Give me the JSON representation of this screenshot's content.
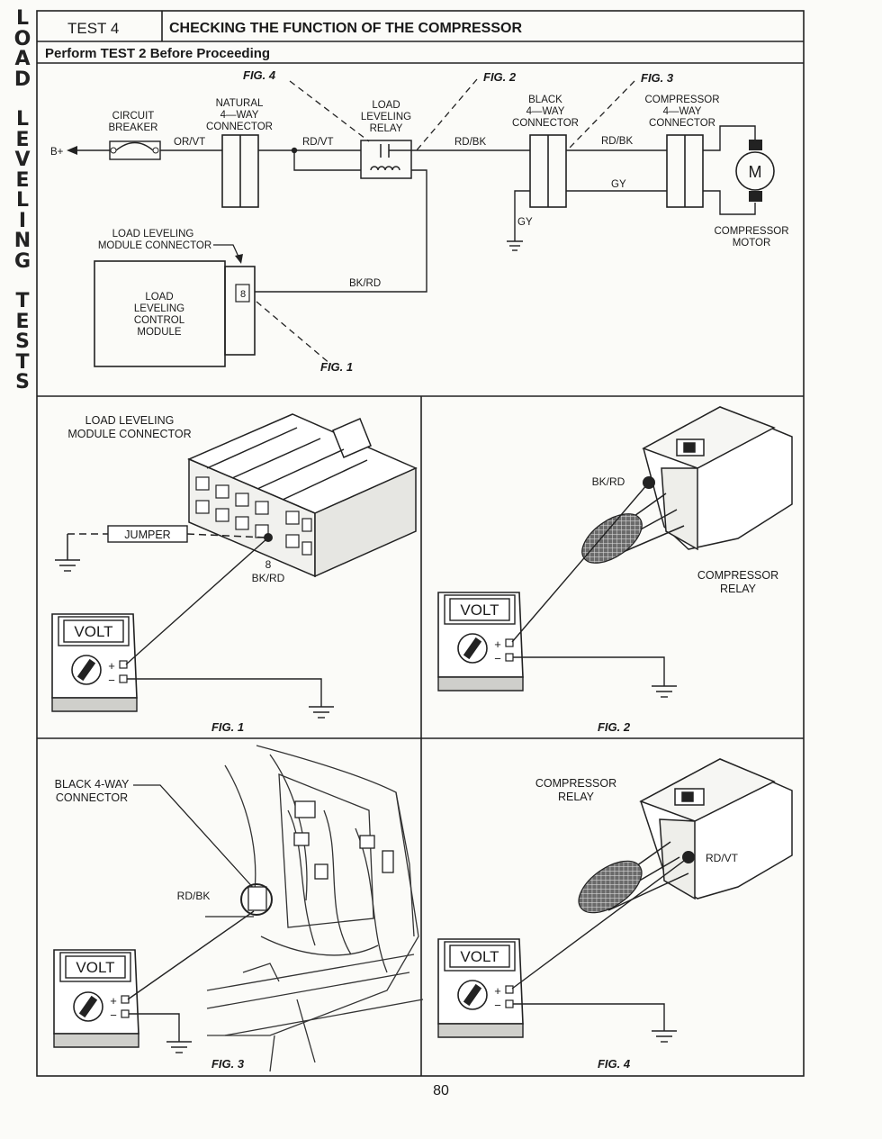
{
  "sidebar": {
    "letters": [
      "L",
      "O",
      "A",
      "D",
      "",
      "L",
      "E",
      "V",
      "E",
      "L",
      "I",
      "N",
      "G",
      "",
      "T",
      "E",
      "S",
      "T",
      "S"
    ]
  },
  "header": {
    "test_label": "TEST 4",
    "title": "CHECKING THE FUNCTION OF THE COMPRESSOR",
    "subtitle": "Perform TEST 2 Before Proceeding"
  },
  "schematic": {
    "b_plus": "B+",
    "circuit_breaker": [
      "CIRCUIT",
      "BREAKER"
    ],
    "natural_connector": [
      "NATURAL",
      "4—WAY",
      "CONNECTOR"
    ],
    "relay": [
      "LOAD",
      "LEVELING",
      "RELAY"
    ],
    "black_connector": [
      "BLACK",
      "4—WAY",
      "CONNECTOR"
    ],
    "compressor_connector": [
      "COMPRESSOR",
      "4—WAY",
      "CONNECTOR"
    ],
    "motor_letter": "M",
    "compressor_motor": [
      "COMPRESSOR",
      "MOTOR"
    ],
    "module_connector": [
      "LOAD LEVELING",
      "MODULE CONNECTOR"
    ],
    "control_module": [
      "LOAD",
      "LEVELING",
      "CONTROL",
      "MODULE"
    ],
    "pin": "8",
    "wires": {
      "or_vt": "OR/VT",
      "rd_vt": "RD/VT",
      "rd_bk_1": "RD/BK",
      "rd_bk_2": "RD/BK",
      "gy_1": "GY",
      "gy_2": "GY",
      "bk_rd": "BK/RD"
    },
    "fig_refs": {
      "fig4": "FIG. 4",
      "fig2": "FIG. 2",
      "fig3": "FIG. 3",
      "fig1": "FIG. 1"
    }
  },
  "panels": {
    "fig1": {
      "connector_label": [
        "LOAD LEVELING",
        "MODULE CONNECTOR"
      ],
      "jumper": "JUMPER",
      "pin": "8",
      "wire": "BK/RD",
      "meter": "VOLT",
      "caption": "FIG. 1"
    },
    "fig2": {
      "wire": "BK/RD",
      "relay_label": [
        "COMPRESSOR",
        "RELAY"
      ],
      "meter": "VOLT",
      "caption": "FIG. 2"
    },
    "fig3": {
      "connector_label": [
        "BLACK 4-WAY",
        "CONNECTOR"
      ],
      "wire": "RD/BK",
      "meter": "VOLT",
      "caption": "FIG. 3"
    },
    "fig4": {
      "relay_label": [
        "COMPRESSOR",
        "RELAY"
      ],
      "wire": "RD/VT",
      "meter": "VOLT",
      "caption": "FIG. 4"
    }
  },
  "meter_terminals": {
    "plus": "+",
    "minus": "−"
  },
  "page_number": "80"
}
